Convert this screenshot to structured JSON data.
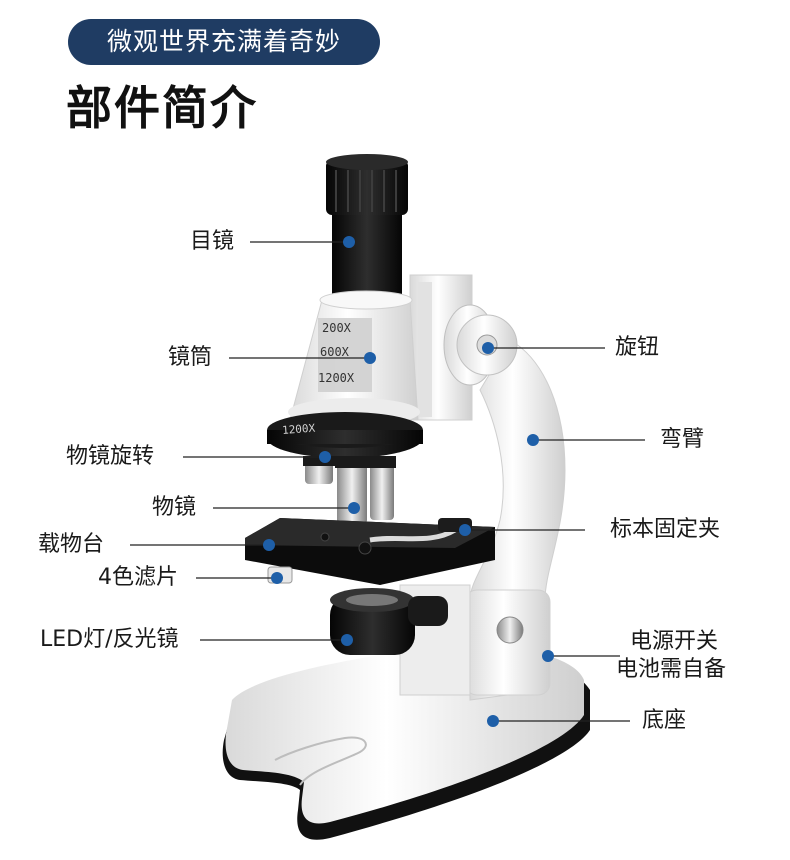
{
  "header": {
    "badge_text": "微观世界充满着奇妙",
    "title": "部件简介"
  },
  "parts": {
    "eyepiece": "目镜",
    "tube": "镜筒",
    "nosepiece": "物镜旋转",
    "objective": "物镜",
    "stage": "载物台",
    "filter": "4色滤片",
    "light": "LED灯/反光镜",
    "knob": "旋钮",
    "arm": "弯臂",
    "clip": "标本固定夹",
    "switch_line1": "电源开关",
    "switch_line2": "电池需自备",
    "base": "底座"
  },
  "scale_marks": [
    "200X",
    "600X",
    "1200X"
  ],
  "nosepiece_mark": "1200X",
  "colors": {
    "badge_bg": "#1f3c63",
    "dot": "#1e5fa8",
    "body_white": "#f4f4f4",
    "body_black": "#141414"
  }
}
